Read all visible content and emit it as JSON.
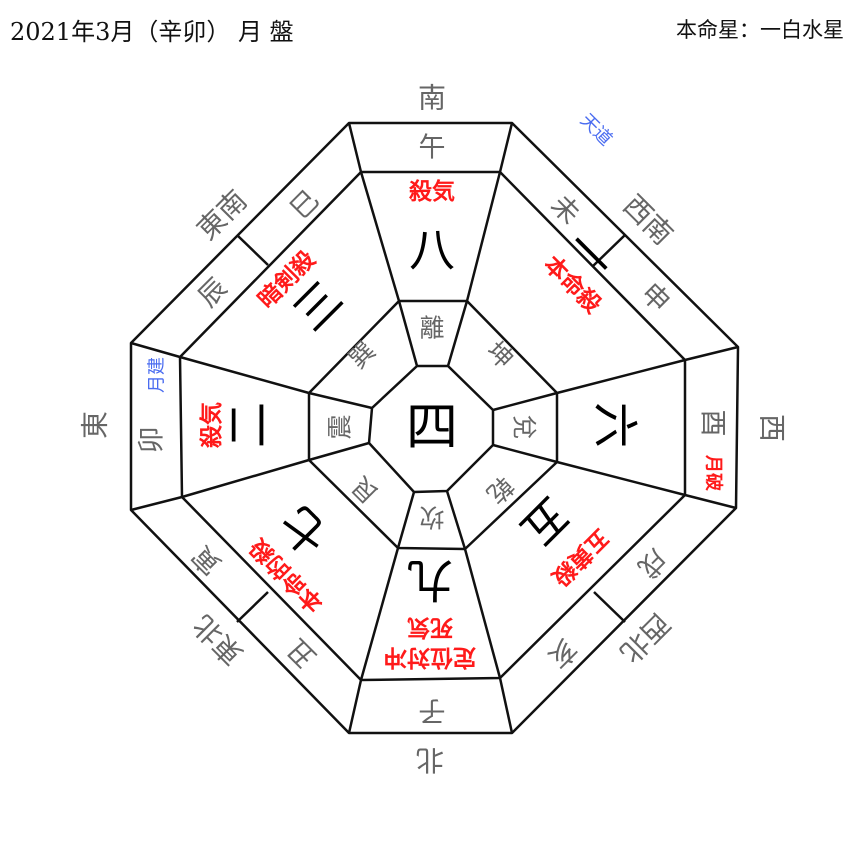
{
  "header": {
    "title": "2021年3月（辛卯） 月 盤",
    "honmei": "本命星：一白水星"
  },
  "directions": {
    "south": "南",
    "southwest": "西南",
    "west": "西",
    "northwest": "西北",
    "north": "北",
    "northeast": "東北",
    "east": "東",
    "southeast": "東南"
  },
  "zodiac": {
    "uma": "午",
    "hitsuji": "未",
    "saru": "申",
    "tori": "酉",
    "inu": "戌",
    "i": "亥",
    "ne": "子",
    "ushi": "丑",
    "tora": "寅",
    "u": "卯",
    "tatsu": "辰",
    "mi": "巳"
  },
  "trigrams": {
    "south": "離",
    "southwest": "坤",
    "west": "兌",
    "northwest": "乾",
    "north": "坎",
    "northeast": "艮",
    "east": "震",
    "southeast": "巽"
  },
  "center_star": "四",
  "stars": {
    "south": "八",
    "southwest": "一",
    "west": "六",
    "northwest": "五",
    "north": "九",
    "northeast": "七",
    "east": "二",
    "southeast": "三"
  },
  "labels": {
    "south": "殺気",
    "southwest": "本命殺",
    "northwest": "五黄殺",
    "north_line1": "定位対冲",
    "north_line2": "死気",
    "northeast": "本命的殺",
    "east": "殺気",
    "southeast": "暗剣殺",
    "gessatsu": "月破",
    "getsuken": "月建",
    "tendo": "天道"
  },
  "colors": {
    "bad": "#ff1a1a",
    "good": "#4a6cf0",
    "minor": "#666666"
  }
}
